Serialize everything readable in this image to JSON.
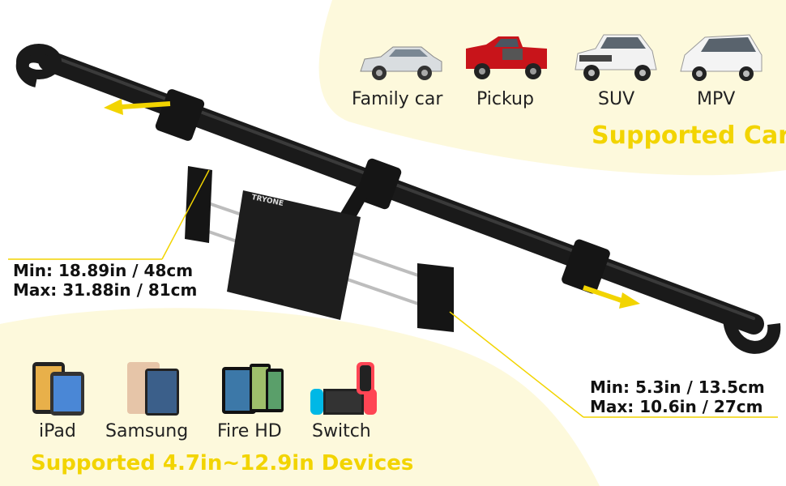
{
  "cars": {
    "heading": "Supported Car",
    "items": [
      {
        "label": "Family car",
        "icon": "sedan-icon"
      },
      {
        "label": "Pickup",
        "icon": "pickup-truck-icon"
      },
      {
        "label": "SUV",
        "icon": "suv-icon"
      },
      {
        "label": "MPV",
        "icon": "minivan-icon"
      }
    ]
  },
  "devices": {
    "heading": "Supported 4.7in~12.9in Devices",
    "items": [
      {
        "label": "iPad",
        "icon": "ipad-icon"
      },
      {
        "label": "Samsung",
        "icon": "samsung-tablet-icon"
      },
      {
        "label": "Fire HD",
        "icon": "fire-hd-tablet-icon"
      },
      {
        "label": "Switch",
        "icon": "nintendo-switch-icon"
      }
    ]
  },
  "rod_length": {
    "min": "Min: 18.89in /  48cm",
    "max": "Max: 31.88in / 81cm"
  },
  "clamp_width": {
    "min": "Min: 5.3in / 13.5cm",
    "max": "Max: 10.6in / 27cm"
  },
  "brand": "TRYONE",
  "colors": {
    "accent_yellow": "#f2d400",
    "background_cream": "#fdf9dc",
    "product_black": "#1a1a1a"
  }
}
